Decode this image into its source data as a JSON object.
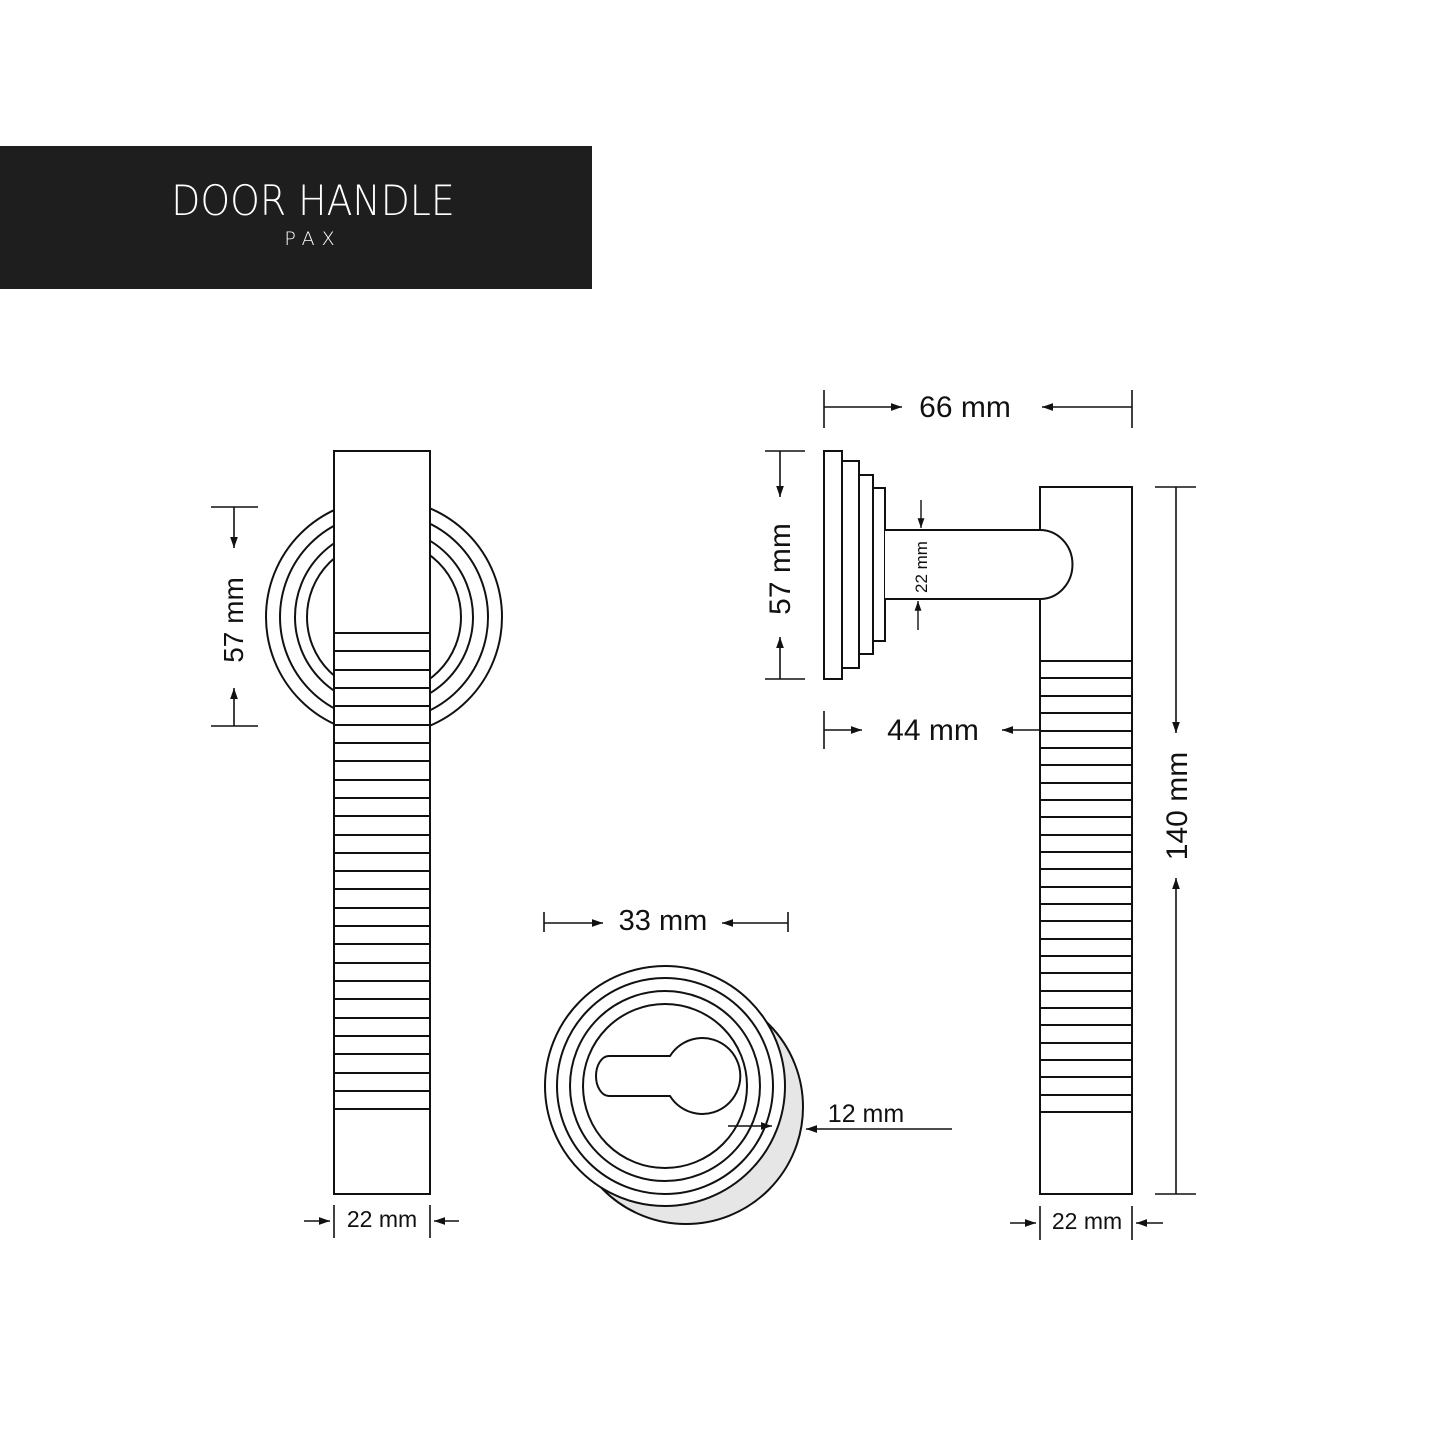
{
  "header": {
    "title": "DOOR HANDLE",
    "subtitle": "PAX",
    "background": "#1e1e1e",
    "text_color": "#ffffff"
  },
  "front_view": {
    "rose_height": "57 mm",
    "lever_width": "22 mm"
  },
  "side_view": {
    "total_projection": "66 mm",
    "rose_height": "57 mm",
    "neck_diameter": "22 mm",
    "neck_length": "44 mm",
    "lever_length": "140 mm",
    "lever_width": "22 mm"
  },
  "escutcheon_view": {
    "diameter": "33 mm",
    "depth": "12 mm"
  },
  "colors": {
    "line": "#111111",
    "shadow": "#e6e6e6",
    "background": "#ffffff"
  }
}
